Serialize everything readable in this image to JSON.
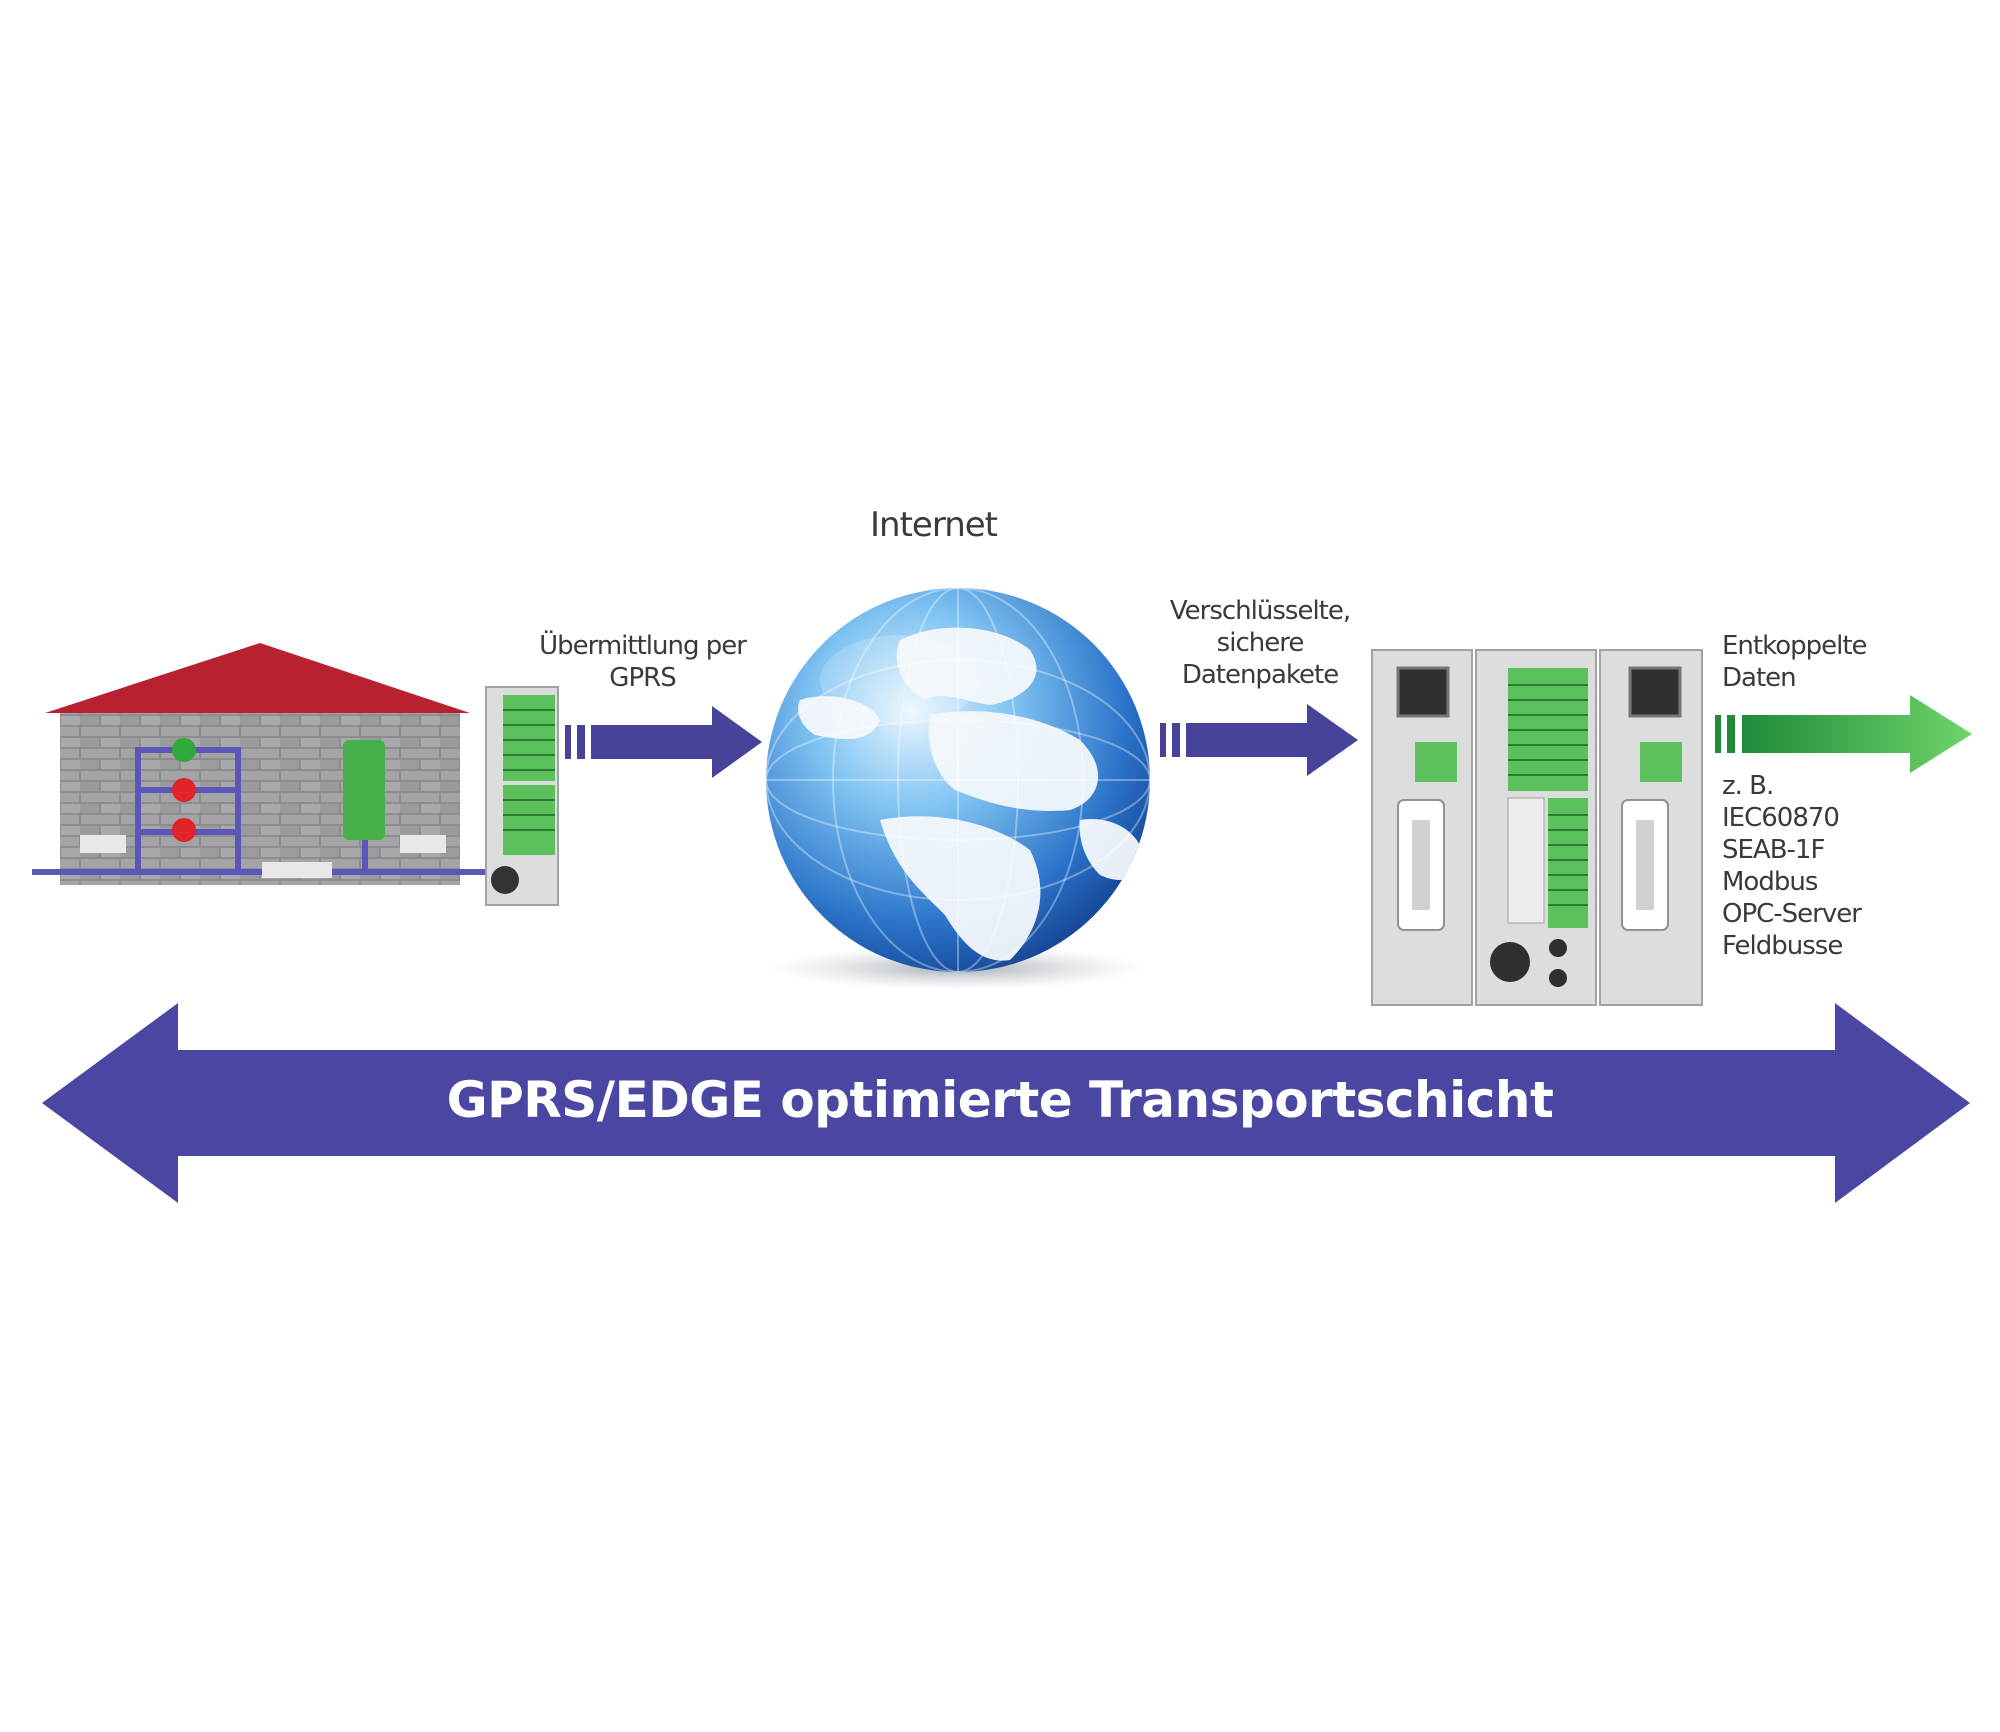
{
  "labels": {
    "internet": "Internet",
    "gprs_transfer": [
      "Übermittlung per",
      "GPRS"
    ],
    "encrypted_packets": [
      "Verschlüsselte,",
      "sichere",
      "Datenpakete"
    ],
    "decoupled_data": [
      "Entkoppelte",
      "Daten"
    ],
    "protocols": [
      "z. B.",
      "IEC60870",
      "SEAB-1F",
      "Modbus",
      "OPC-Server",
      "Feldbusse"
    ]
  },
  "banner": {
    "text": "GPRS/EDGE optimierte Transportschicht"
  },
  "colors": {
    "arrow_blue": "#47439a",
    "banner_blue": "#4a47a3",
    "arrow_green": "#3bb54a",
    "roof_red": "#b8212f",
    "terminal_green": "#5cc05c",
    "globe_blue": "#2f6fc4",
    "indicator_green": "#2faa3a",
    "indicator_red": "#e0242a"
  }
}
